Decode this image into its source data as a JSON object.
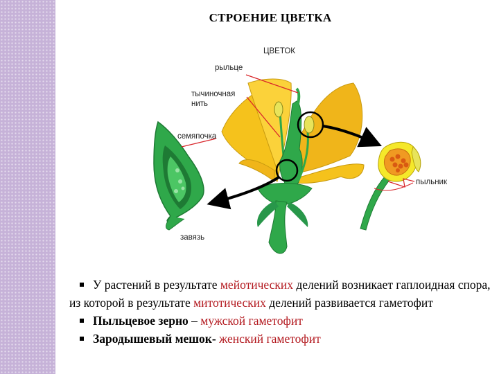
{
  "title": "СТРОЕНИЕ ЦВЕТКА",
  "diagram": {
    "labels": {
      "flower": "ЦВЕТОК",
      "stigma": "рыльце",
      "filament_1": "тычиночная",
      "filament_2": "нить",
      "ovule": "семяпочка",
      "ovary": "завязь",
      "anther": "пыльник"
    },
    "colors": {
      "petal": "#f5c21c",
      "green": "#2fa84a",
      "dark_green": "#1e7a34",
      "pointer": "#d9262b"
    }
  },
  "bullets": [
    {
      "b1": "У растений в результате ",
      "r1": "мейотических",
      "b2": " делений возникает гаплоидная спора,"
    },
    {
      "b1": "из которой в результате ",
      "r1": "митотических",
      "b2": " делений развивается гаметофит"
    },
    {
      "b1": "Пыльцевое зерно",
      "b2": " – ",
      "r1": "мужской гаметофит"
    },
    {
      "b1": "Зародышевый мешок-",
      "r1": " женский гаметофит"
    }
  ]
}
